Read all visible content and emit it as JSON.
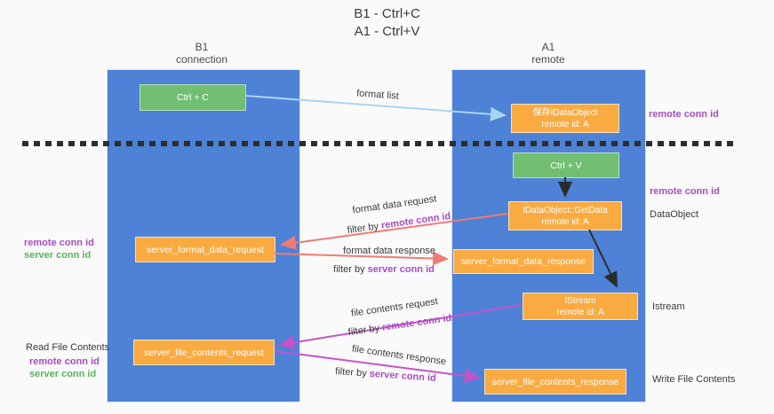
{
  "title": {
    "line1": "B1 - Ctrl+C",
    "line2": "A1 - Ctrl+V"
  },
  "lanes": {
    "left": {
      "title_line1": "B1",
      "title_line2": "connection"
    },
    "right": {
      "title_line1": "A1",
      "title_line2": "remote"
    }
  },
  "nodes": {
    "ctrl_c": {
      "label": "Ctrl + C"
    },
    "ctrl_v": {
      "label": "Ctrl + V"
    },
    "save_idataobject": {
      "line1": "保存IDataObject",
      "line2": "remote id: A"
    },
    "idataobject_getdata": {
      "line1": "IDataObject::GetData",
      "line2": "remote id: A"
    },
    "istream": {
      "line1": "IStream",
      "line2": "remote id: A"
    },
    "server_format_data_request": {
      "label": "server_format_data_request"
    },
    "server_format_data_response": {
      "label": "server_format_data_response"
    },
    "server_file_contents_request": {
      "label": "server_file_contents_request"
    },
    "server_file_contents_response": {
      "label": "server_file_contents_response"
    }
  },
  "arrow_labels": {
    "format_list": "format list",
    "format_data_request": "format data request",
    "format_data_response": "format data response",
    "file_contents_request": "file contents request",
    "file_contents_response": "file contents response",
    "filter_by": "filter by",
    "remote_conn_id": "remote conn id",
    "server_conn_id": "server conn id"
  },
  "side_labels": {
    "right_top_remote_conn_id": "remote conn id",
    "right_mid_remote_conn_id": "remote conn id",
    "right_dataobject": "DataObject",
    "right_istream": "Istream",
    "right_write_file_contents": "Write File Contents",
    "left_mid_remote_conn_id": "remote conn id",
    "left_mid_server_conn_id": "server conn id",
    "left_read_file_contents": "Read File Contents",
    "left_bottom_remote_conn_id": "remote conn id",
    "left_bottom_server_conn_id": "server conn id"
  },
  "colors": {
    "lane_blue": "#4d82d6",
    "node_orange": "#f9ab42",
    "node_green": "#72bf74",
    "arrow_light_blue": "#a9d5f2",
    "arrow_salmon": "#ef7b76",
    "arrow_magenta": "#c553c9",
    "arrow_black": "#2b2b2b",
    "text_purple": "#a84cc0",
    "text_green": "#58b45c"
  }
}
